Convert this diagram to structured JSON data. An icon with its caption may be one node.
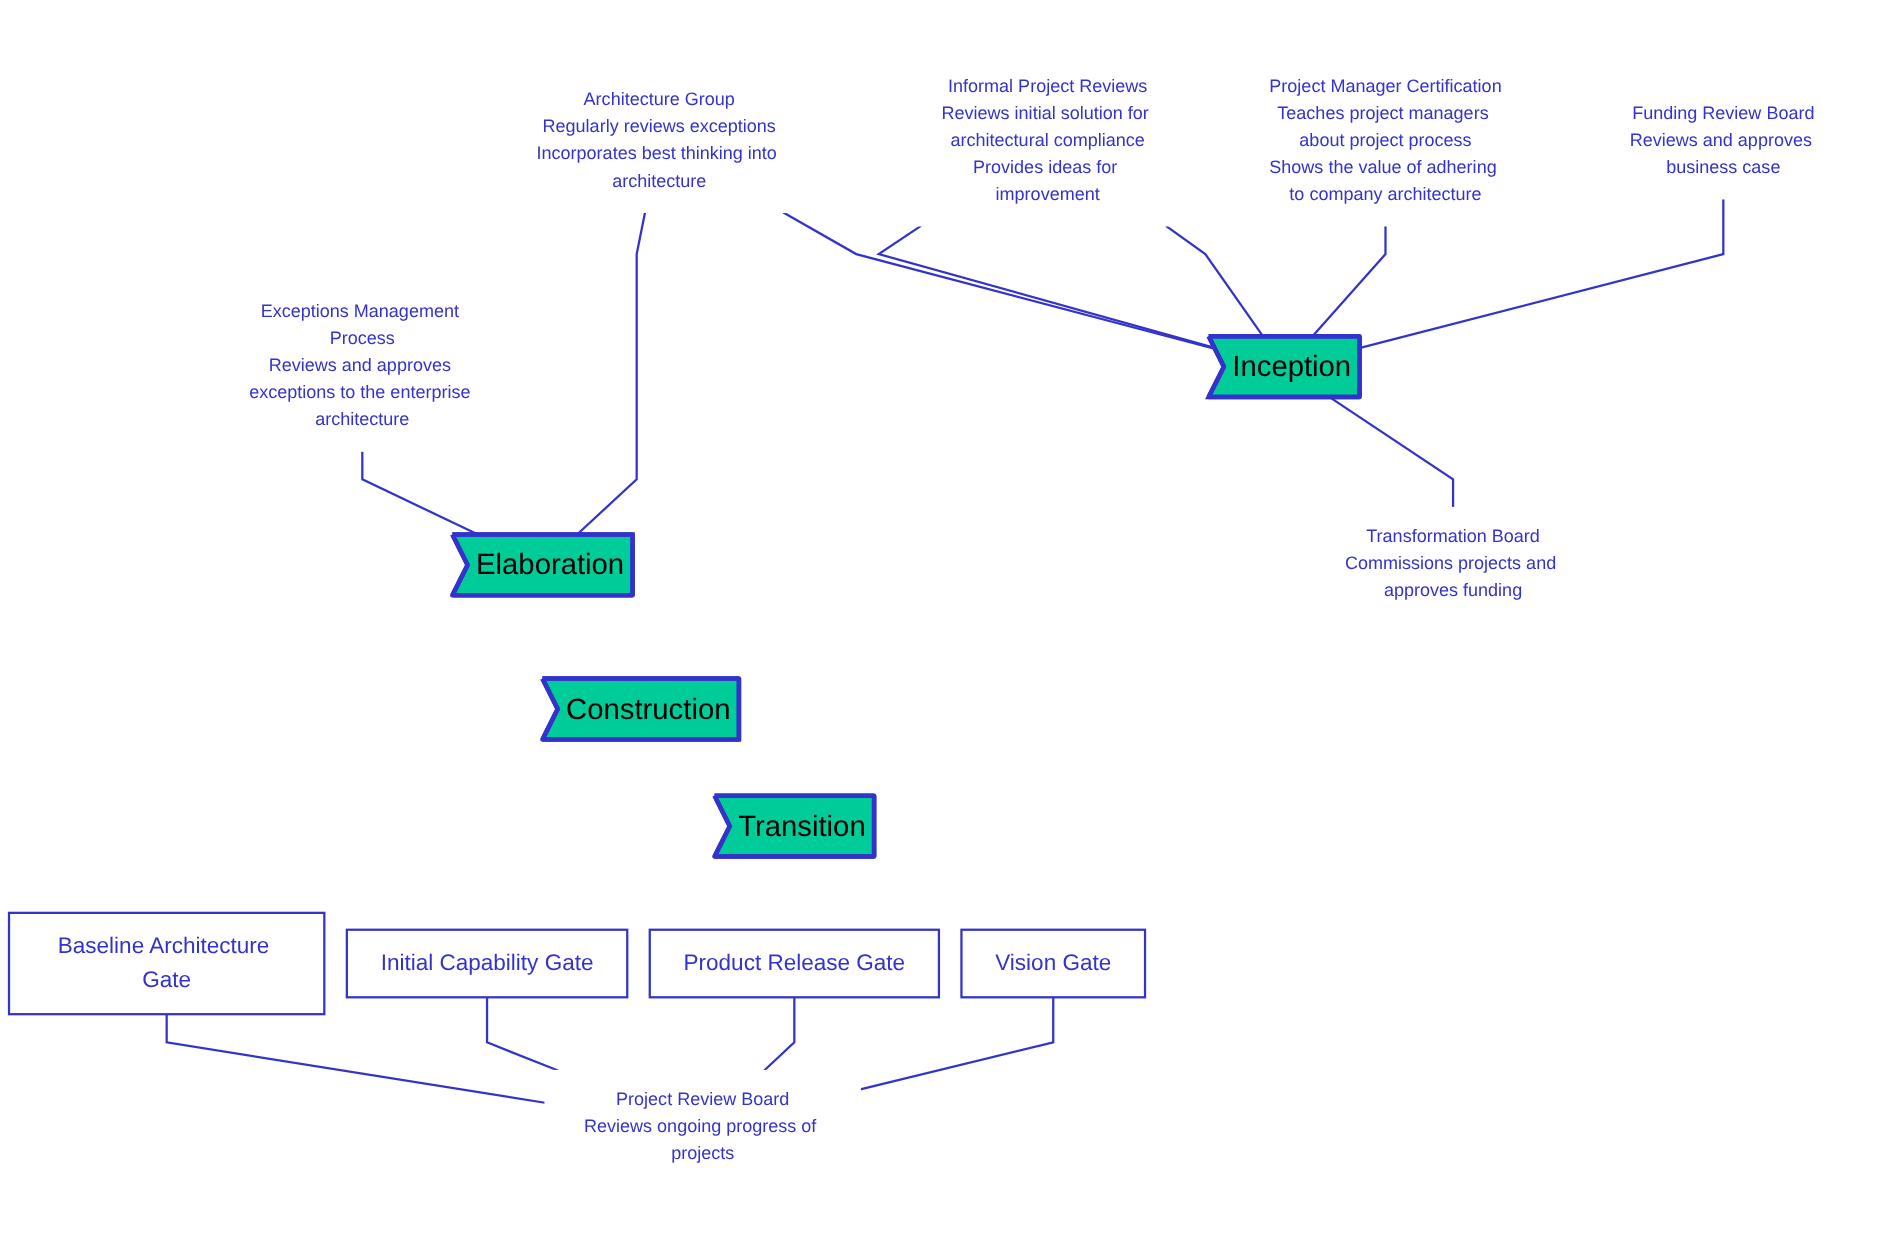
{
  "diagram": {
    "nodes": [
      {
        "text": [
          "Funding Review Board",
          "Reviews and approves business case"
        ]
      },
      {
        "text": [
          "Exceptions Management Process",
          "Reviews and approves exceptions to the enterprise architecture"
        ]
      },
      {
        "text": [
          "Project Manager Certification",
          "Teaches project managers about project process",
          "Shows the value of adhering to company architecture"
        ]
      },
      {
        "text": [
          "Informal Project Reviews",
          "Reviews initial solution for architectural compliance",
          "Provides ideas for improvement"
        ]
      },
      {
        "text": [
          "Architecture Group",
          "Regularly reviews exceptions",
          "Incorporates best thinking into architecture"
        ]
      },
      {
        "text": [
          "Inception"
        ]
      },
      {
        "text": [
          "Elaboration"
        ]
      },
      {
        "text": [
          "Construction"
        ]
      },
      {
        "text": [
          "Transition"
        ]
      },
      {
        "text": [
          "Transformation Board",
          "Commissions projects and approves funding"
        ]
      },
      {
        "text": [
          "Vision Gate"
        ]
      },
      {
        "text": [
          "Baseline Architecture Gate"
        ]
      },
      {
        "text": [
          "Initial Capability Gate"
        ]
      },
      {
        "text": [
          "Product Release Gate"
        ]
      },
      {
        "text": [
          "Project Review Board",
          "Reviews ongoing progress of projects"
        ]
      }
    ],
    "edges": [
      {
        "from": 0,
        "to": 5,
        "arrow": "none"
      },
      {
        "from": 1,
        "to": 6,
        "arrow": "none"
      },
      {
        "from": 2,
        "to": 5,
        "arrow": "none"
      },
      {
        "from": 3,
        "to": 5,
        "arrow": "none"
      },
      {
        "from": 3,
        "to": 5,
        "arrow": "none"
      },
      {
        "from": 4,
        "to": 5,
        "arrow": "none"
      },
      {
        "from": 4,
        "to": 6,
        "arrow": "none"
      },
      {
        "from": 5,
        "to": 9,
        "arrow": "none"
      },
      {
        "from": 10,
        "to": 14,
        "arrow": "none"
      },
      {
        "from": 11,
        "to": 14,
        "arrow": "none"
      },
      {
        "from": 12,
        "to": 14,
        "arrow": "none"
      },
      {
        "from": 13,
        "to": 14,
        "arrow": "none"
      }
    ]
  }
}
